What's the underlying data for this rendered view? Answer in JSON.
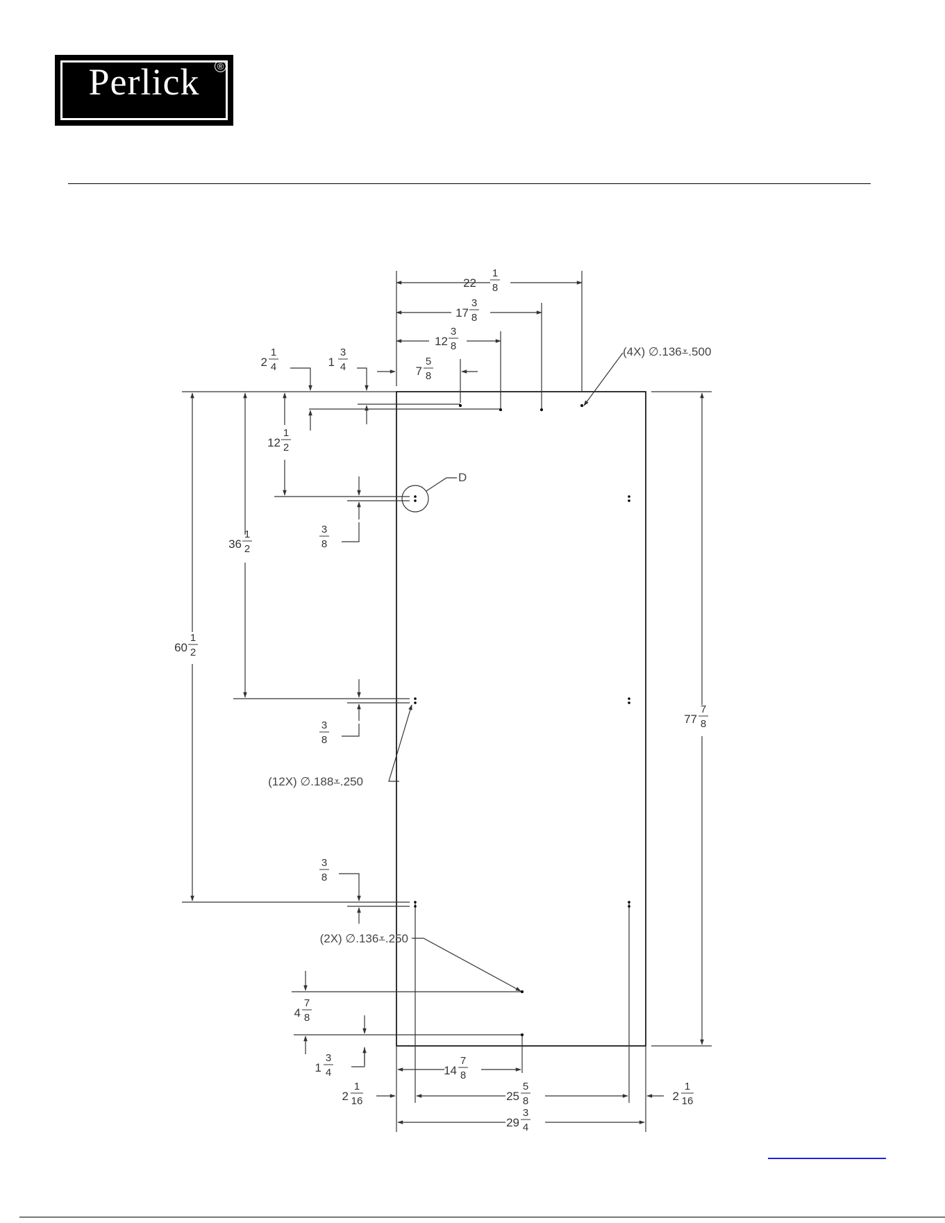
{
  "header": {
    "brand": "Perlick",
    "reg_mark": "®"
  },
  "notes": {
    "top_holes": "(4X) ∅.136⩡.500",
    "side_holes": "(12X) ∅.188⩡.250",
    "bottom_holes": "(2X) ∅.136⩡.250",
    "detail": "D"
  },
  "dims": {
    "d22": {
      "whole": "22",
      "num": "1",
      "den": "8"
    },
    "d17": {
      "whole": "17",
      "num": "3",
      "den": "8"
    },
    "d12a": {
      "whole": "12",
      "num": "3",
      "den": "8"
    },
    "d7": {
      "whole": "7",
      "num": "5",
      "den": "8"
    },
    "d2a": {
      "whole": "2",
      "num": "1",
      "den": "4"
    },
    "d1a": {
      "whole": "1",
      "num": "3",
      "den": "4"
    },
    "d12b": {
      "whole": "12",
      "num": "1",
      "den": "2"
    },
    "d38a": {
      "whole": "",
      "num": "3",
      "den": "8"
    },
    "d36": {
      "whole": "36",
      "num": "1",
      "den": "2"
    },
    "d60": {
      "whole": "60",
      "num": "1",
      "den": "2"
    },
    "d38b": {
      "whole": "",
      "num": "3",
      "den": "8"
    },
    "d38c": {
      "whole": "",
      "num": "3",
      "den": "8"
    },
    "d4": {
      "whole": "4",
      "num": "7",
      "den": "8"
    },
    "d1b": {
      "whole": "1",
      "num": "3",
      "den": "4"
    },
    "d14": {
      "whole": "14",
      "num": "7",
      "den": "8"
    },
    "d25": {
      "whole": "25",
      "num": "5",
      "den": "8"
    },
    "d29": {
      "whole": "29",
      "num": "3",
      "den": "4"
    },
    "d2b": {
      "whole": "2",
      "num": "1",
      "den": "16"
    },
    "d2c": {
      "whole": "2",
      "num": "1",
      "den": "16"
    },
    "d77": {
      "whole": "77",
      "num": "7",
      "den": "8"
    }
  },
  "colors": {
    "line": "#333333",
    "panel": "#000000",
    "link": "#2020e0"
  }
}
